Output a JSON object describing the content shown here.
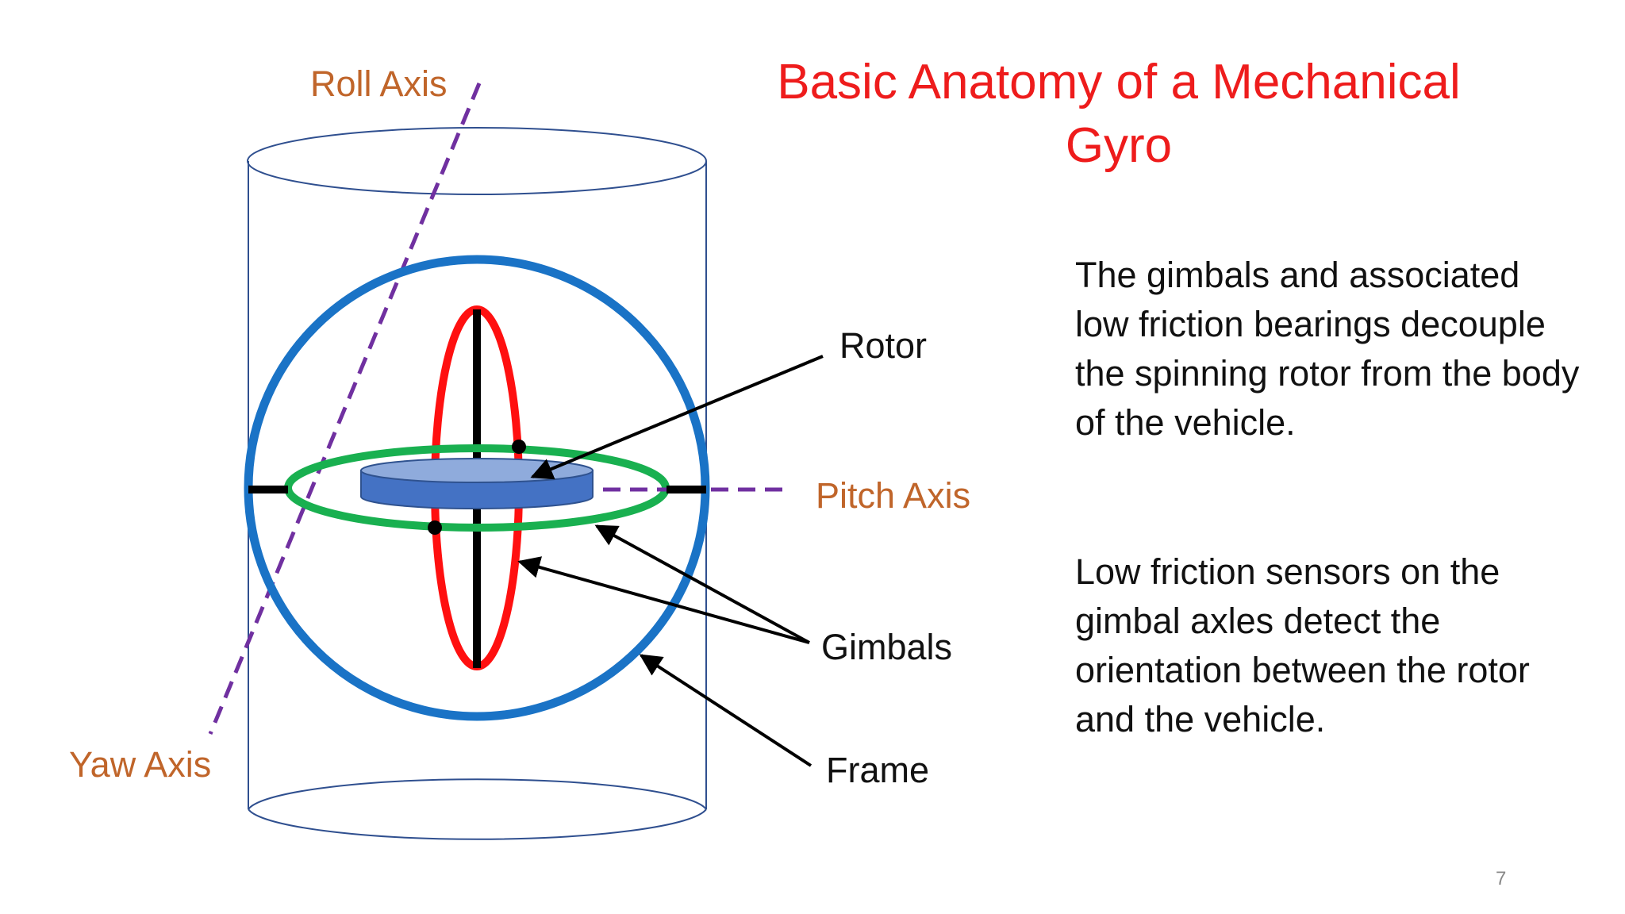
{
  "slide": {
    "title": "Basic Anatomy of a Mechanical Gyro",
    "paragraphs": [
      "The gimbals and associated low friction bearings decouple the spinning rotor from the body of the vehicle.",
      "Low friction sensors on the gimbal axles detect the orientation between the rotor and the vehicle."
    ],
    "page_number": "7"
  },
  "diagram": {
    "labels": {
      "roll_axis": "Roll Axis",
      "pitch_axis": "Pitch Axis",
      "yaw_axis": "Yaw Axis",
      "rotor": "Rotor",
      "gimbals": "Gimbals",
      "frame": "Frame"
    }
  },
  "colors": {
    "title": "#ee1c1c",
    "axis_label": "#c0652a",
    "axis_line": "#7030a0",
    "frame_ring": "#1a73c6",
    "outer_gimbal": "#19b050",
    "inner_gimbal": "#ff1010",
    "rotor": "#4472c4",
    "rotor_top": "#8fabdc",
    "cylinder": "#2f4f8f"
  }
}
